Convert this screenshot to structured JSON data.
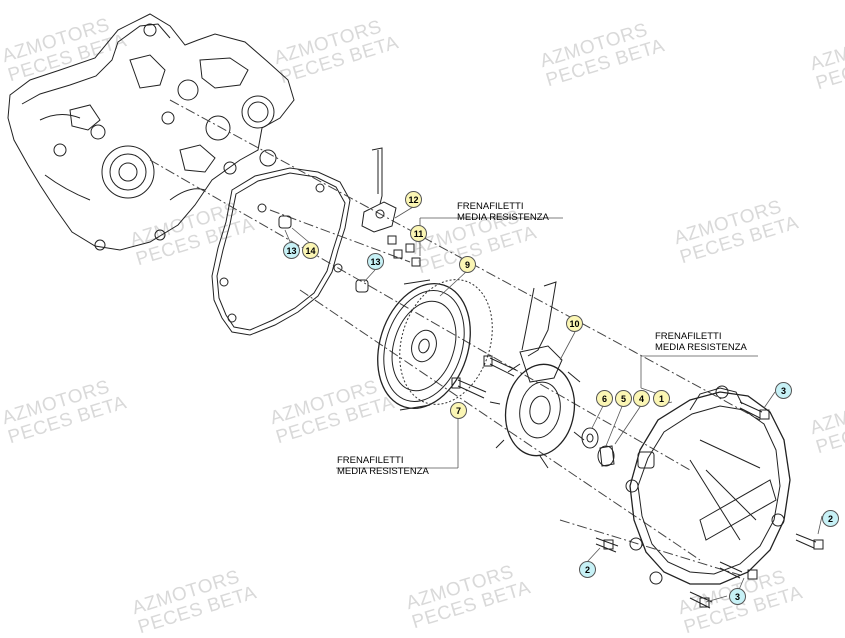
{
  "watermark": {
    "line1": "AZMOTORS",
    "line2": "PECES BETA"
  },
  "notes": {
    "threadlocker_line1": "FRENAFILETTI",
    "threadlocker_line2": "MEDIA RESISTENZA"
  },
  "callouts": {
    "c1": "1",
    "c2a": "2",
    "c2b": "2",
    "c3a": "3",
    "c3b": "3",
    "c4": "4",
    "c5": "5",
    "c6": "6",
    "c7": "7",
    "c9": "9",
    "c10": "10",
    "c11": "11",
    "c12": "12",
    "c13a": "13",
    "c13b": "13",
    "c14": "14"
  },
  "colors": {
    "callout_yellow": "#fbf6b4",
    "callout_cyan": "#c7f1f6",
    "watermark": "#d9d9d9",
    "lines": "#222222"
  }
}
